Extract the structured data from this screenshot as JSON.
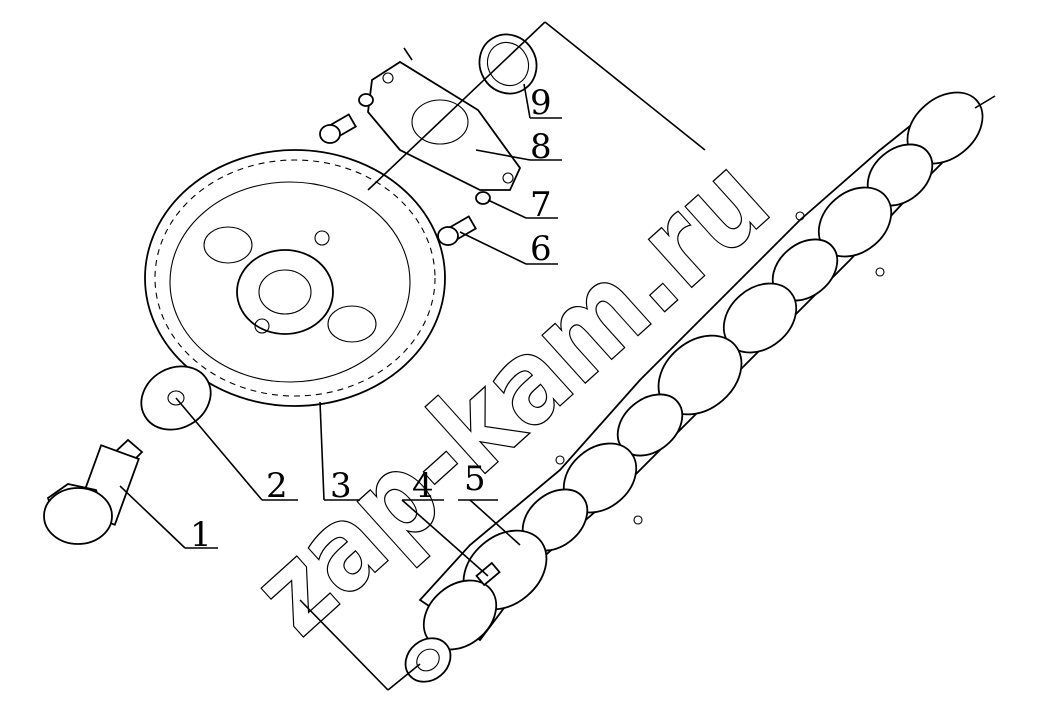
{
  "diagram": {
    "callouts": [
      {
        "id": "1",
        "label": "1"
      },
      {
        "id": "2",
        "label": "2"
      },
      {
        "id": "3",
        "label": "3"
      },
      {
        "id": "4",
        "label": "4"
      },
      {
        "id": "5",
        "label": "5"
      },
      {
        "id": "6",
        "label": "6"
      },
      {
        "id": "7",
        "label": "7"
      },
      {
        "id": "8",
        "label": "8"
      },
      {
        "id": "9",
        "label": "9"
      }
    ],
    "watermark": "zap-kam.ru",
    "parts": [
      "bolt",
      "washer",
      "camshaft-gear",
      "key",
      "camshaft",
      "screw",
      "lock-washer",
      "thrust-plate",
      "spacer-ring"
    ]
  },
  "colors": {
    "line": "#000000",
    "background": "#ffffff"
  }
}
